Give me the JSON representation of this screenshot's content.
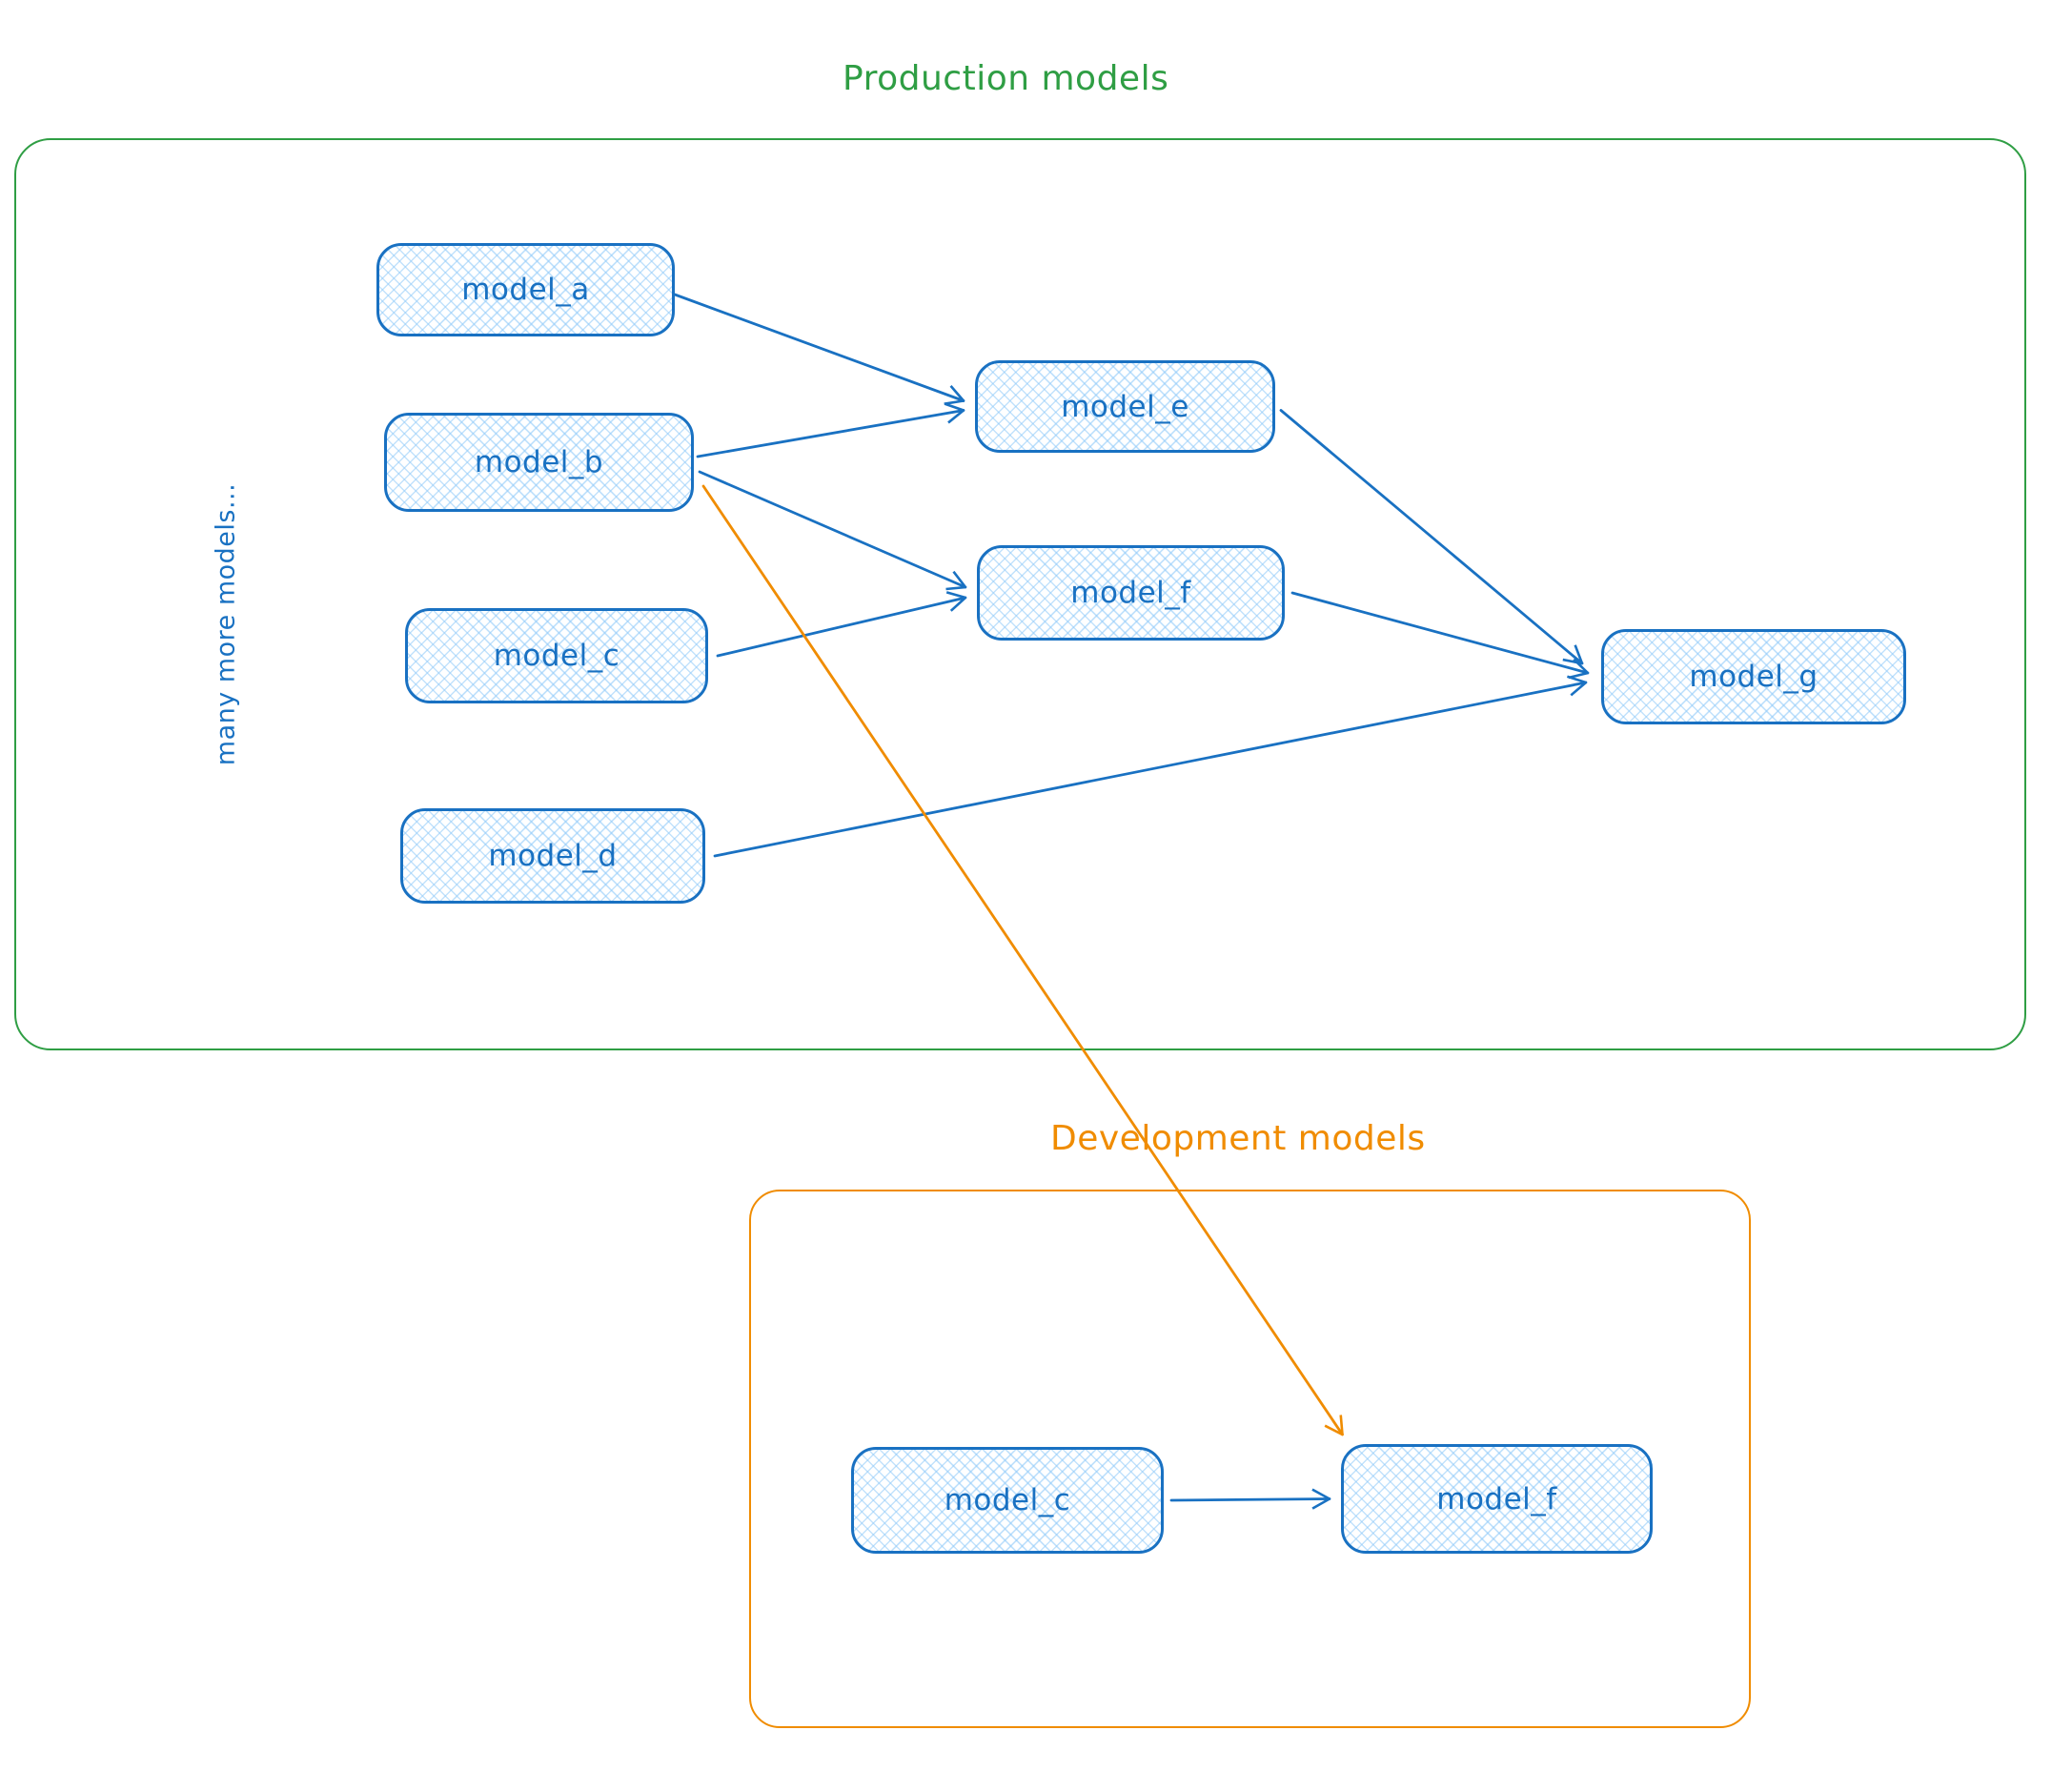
{
  "diagram": {
    "containers": [
      {
        "id": "production",
        "label": "Production models",
        "color": "#2f9e44"
      },
      {
        "id": "development",
        "label": "Development models",
        "color": "#f08c00"
      }
    ],
    "side_note": "many more models...",
    "nodes": [
      {
        "id": "model_a",
        "label": "model_a",
        "container": "production"
      },
      {
        "id": "model_b",
        "label": "model_b",
        "container": "production"
      },
      {
        "id": "model_c",
        "label": "model_c",
        "container": "production"
      },
      {
        "id": "model_d",
        "label": "model_d",
        "container": "production"
      },
      {
        "id": "model_e",
        "label": "model_e",
        "container": "production"
      },
      {
        "id": "model_f",
        "label": "model_f",
        "container": "production"
      },
      {
        "id": "model_g",
        "label": "model_g",
        "container": "production"
      },
      {
        "id": "dev_model_c",
        "label": "model_c",
        "container": "development"
      },
      {
        "id": "dev_model_f",
        "label": "model_f",
        "container": "development"
      }
    ],
    "edges": [
      {
        "from": "model_a",
        "to": "model_e",
        "color": "blue",
        "from_side": "right",
        "from_dx": 0,
        "from_dy": 5,
        "to_side": "left",
        "to_dx": -12,
        "to_dy": -6
      },
      {
        "from": "model_b",
        "to": "model_e",
        "color": "blue",
        "from_side": "right",
        "from_dx": 4,
        "from_dy": -6,
        "to_side": "left",
        "to_dx": -12,
        "to_dy": 4
      },
      {
        "from": "model_b",
        "to": "model_f",
        "color": "blue",
        "from_side": "right",
        "from_dx": 6,
        "from_dy": 10,
        "to_side": "left",
        "to_dx": -12,
        "to_dy": -6
      },
      {
        "from": "model_c",
        "to": "model_f",
        "color": "blue",
        "from_side": "right",
        "from_dx": 10,
        "from_dy": 0,
        "to_side": "left",
        "to_dx": -12,
        "to_dy": 5
      },
      {
        "from": "model_e",
        "to": "model_g",
        "color": "blue",
        "from_side": "right",
        "from_dx": 6,
        "from_dy": 4,
        "to_side": "left",
        "to_dx": -20,
        "to_dy": -14
      },
      {
        "from": "model_f",
        "to": "model_g",
        "color": "blue",
        "from_side": "right",
        "from_dx": 8,
        "from_dy": 0,
        "to_side": "left",
        "to_dx": -14,
        "to_dy": -4
      },
      {
        "from": "model_d",
        "to": "model_g",
        "color": "blue",
        "from_side": "right",
        "from_dx": 10,
        "from_dy": 0,
        "to_side": "left",
        "to_dx": -16,
        "to_dy": 6
      },
      {
        "from": "model_b",
        "to": "dev_model_f",
        "color": "orange",
        "from_side": "right",
        "from_dx": 10,
        "from_dy": 25,
        "to_side": "top",
        "to_dx": -162,
        "to_dy": -10
      },
      {
        "from": "dev_model_c",
        "to": "dev_model_f",
        "color": "blue",
        "from_side": "right",
        "from_dx": 8,
        "from_dy": 0,
        "to_side": "left",
        "to_dx": -12,
        "to_dy": 0
      }
    ],
    "colors": {
      "blue": "#1971c2",
      "node_fill": "#a5d8ff",
      "green": "#2f9e44",
      "orange": "#f08c00"
    }
  }
}
